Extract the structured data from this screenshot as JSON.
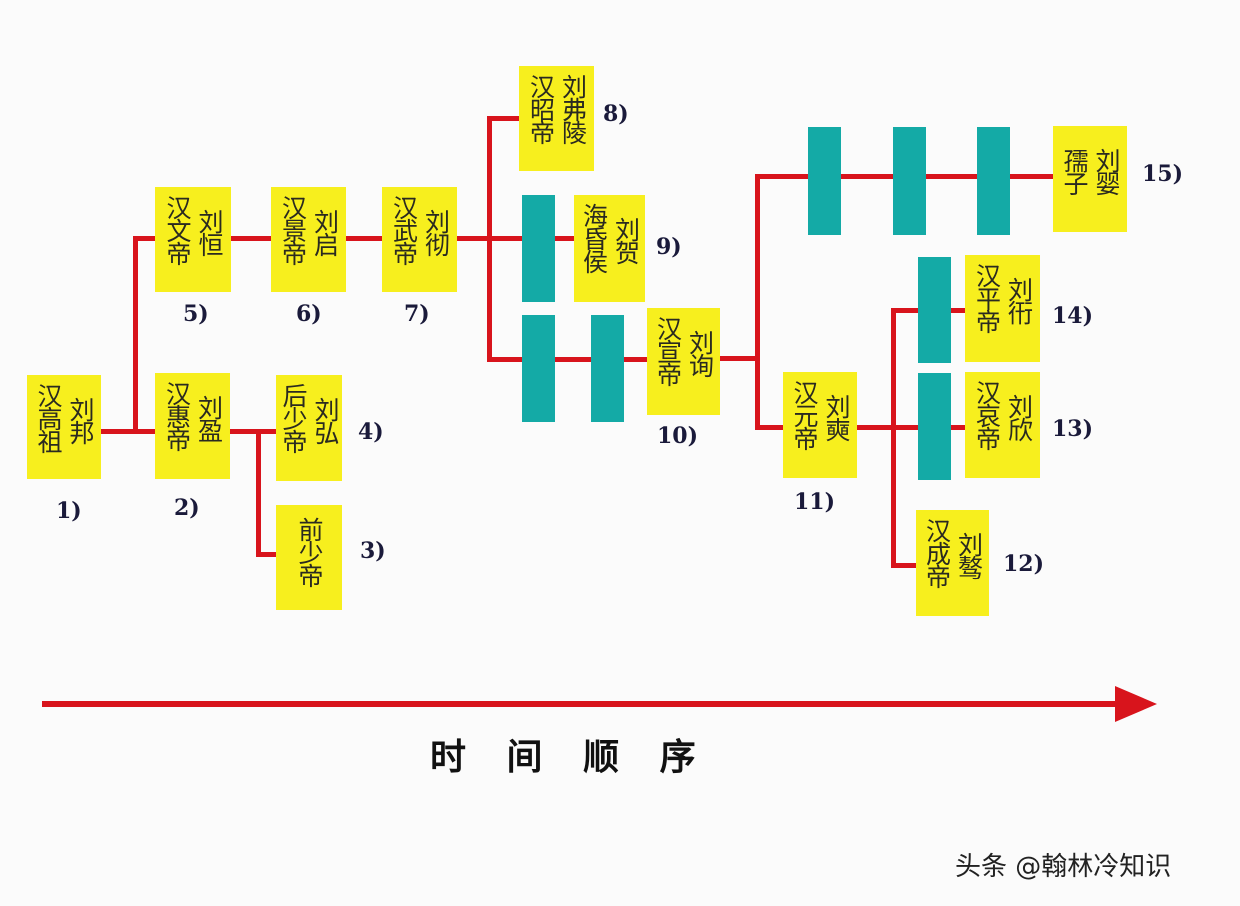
{
  "nodes": {
    "n1": {
      "title": "汉高祖",
      "name": "刘邦",
      "num": "1)"
    },
    "n2": {
      "title": "汉惠帝",
      "name": "刘盈",
      "num": "2)"
    },
    "n3": {
      "title": "前少帝",
      "num": "3)"
    },
    "n4": {
      "title": "后少帝",
      "name": "刘弘",
      "num": "4)"
    },
    "n5": {
      "title": "汉文帝",
      "name": "刘恒",
      "num": "5)"
    },
    "n6": {
      "title": "汉景帝",
      "name": "刘启",
      "num": "6)"
    },
    "n7": {
      "title": "汉武帝",
      "name": "刘彻",
      "num": "7)"
    },
    "n8": {
      "title": "汉昭帝",
      "name": "刘弗陵",
      "num": "8)"
    },
    "n9": {
      "title": "海昏侯",
      "name": "刘贺",
      "num": "9)"
    },
    "n10": {
      "title": "汉宣帝",
      "name": "刘询",
      "num": "10)"
    },
    "n11": {
      "title": "汉元帝",
      "name": "刘奭",
      "num": "11)"
    },
    "n12": {
      "title": "汉成帝",
      "name": "刘骜",
      "num": "12)"
    },
    "n13": {
      "title": "汉哀帝",
      "name": "刘欣",
      "num": "13)"
    },
    "n14": {
      "title": "汉平帝",
      "name": "刘衎",
      "num": "14)"
    },
    "n15": {
      "title": "孺子",
      "name": "刘婴",
      "num": "15)"
    }
  },
  "timeline_label": "时 间 顺 序",
  "watermark": "头条 @翰林冷知识",
  "colors": {
    "line": "#d8141c",
    "box": "#f7ef1e",
    "bar": "#14aaa6"
  }
}
